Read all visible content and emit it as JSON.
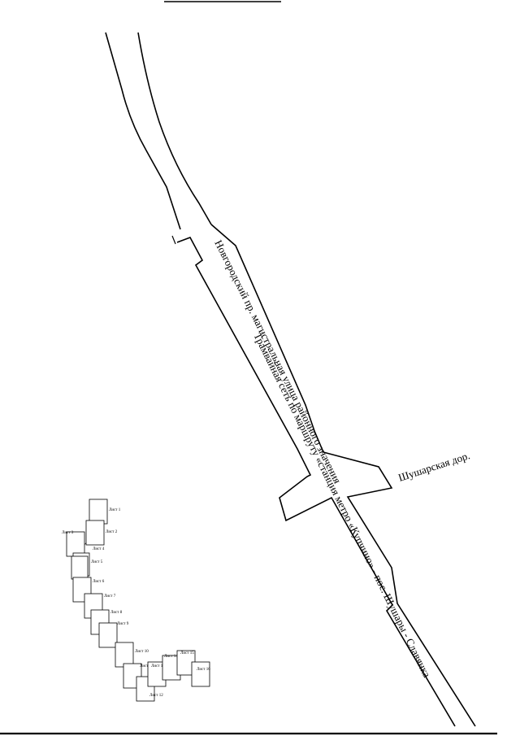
{
  "map": {
    "label_main_road": "Новгородский пр. магистральная улица районного значения",
    "label_tram": "Трамвайная сеть по маршруту «станция метро «Купчино» - пос. Шушары - Славянка",
    "label_shusharskaya": "Шушарская дор."
  },
  "key_map": {
    "sheets": [
      {
        "label": "Лист 1",
        "hatched": false
      },
      {
        "label": "Лист 2",
        "hatched": false
      },
      {
        "label": "Лист 3",
        "hatched": false
      },
      {
        "label": "Лист 4",
        "hatched": false
      },
      {
        "label": "Лист 5",
        "hatched": false
      },
      {
        "label": "Лист 6",
        "hatched": false
      },
      {
        "label": "Лист 7",
        "hatched": true
      },
      {
        "label": "Лист 8",
        "hatched": false
      },
      {
        "label": "Лист 9",
        "hatched": false
      },
      {
        "label": "Лист 10",
        "hatched": false
      },
      {
        "label": "Лист 11",
        "hatched": false
      },
      {
        "label": "Лист 12",
        "hatched": false
      },
      {
        "label": "Лист 13",
        "hatched": false
      },
      {
        "label": "Лист 14",
        "hatched": false
      },
      {
        "label": "Лист 15",
        "hatched": false
      },
      {
        "label": "Лист 16",
        "hatched": false
      }
    ]
  },
  "colors": {
    "ink": "#000000",
    "paper": "#ffffff"
  }
}
